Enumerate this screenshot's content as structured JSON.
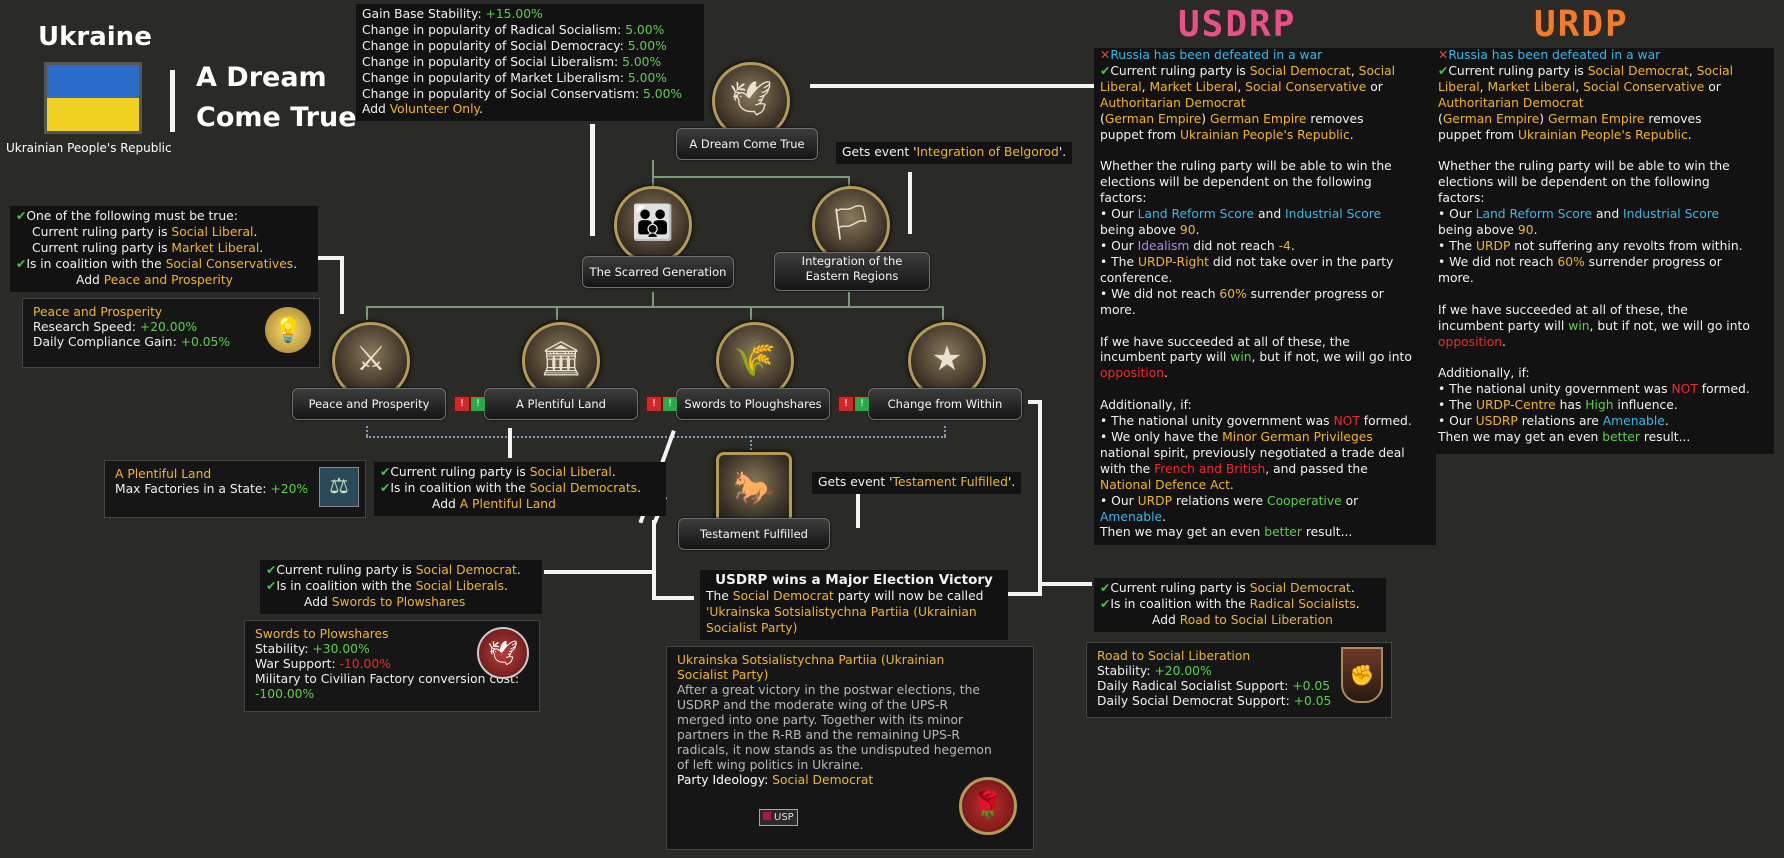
{
  "header": {
    "country": "Ukraine",
    "country_caption": "Ukrainian People's Republic",
    "tree_title_1": "A Dream",
    "tree_title_2": "Come True",
    "col1_title": "USDRP",
    "col2_title": "URDP",
    "col1_color": "#e8508a",
    "col2_color": "#f27a2a"
  },
  "top_effects": {
    "l1_a": "Gain Base Stability: ",
    "l1_b": "+15.00%",
    "l2_a": "Change in popularity of Radical Socialism: ",
    "l2_b": "5.00%",
    "l3_a": "Change in popularity of Social Democracy: ",
    "l3_b": "5.00%",
    "l4_a": "Change in popularity of Social Liberalism: ",
    "l4_b": "5.00%",
    "l5_a": "Change in popularity of Market Liberalism: ",
    "l5_b": "5.00%",
    "l6_a": "Change in popularity of Social Conservatism: ",
    "l6_b": "5.00%",
    "l7_a": "Add ",
    "l7_b": "Volunteer Only",
    "l7_c": "."
  },
  "focuses": {
    "dream": "A Dream Come True",
    "scarred": "The Scarred Generation",
    "integration_1": "Integration of the",
    "integration_2": "Eastern Regions",
    "peace": "Peace and Prosperity",
    "plentiful": "A Plentiful Land",
    "swords": "Swords to Ploughshares",
    "change": "Change from Within",
    "testament": "Testament Fulfilled"
  },
  "events": {
    "belgorod_a": "Gets event '",
    "belgorod_b": "Integration of Belgorod",
    "belgorod_c": "'.",
    "testament_a": "Gets event '",
    "testament_b": "Testament Fulfilled",
    "testament_c": "'."
  },
  "peace_req": {
    "l1": "One of the following must be true:",
    "l2_a": "Current ruling party is ",
    "l2_b": "Social Liberal",
    "l2_c": ".",
    "l3_a": "Current ruling party is ",
    "l3_b": "Market Liberal",
    "l3_c": ".",
    "l4_a": "Is in coalition with the ",
    "l4_b": "Social Conservatives",
    "l4_c": ".",
    "l5_a": "Add ",
    "l5_b": "Peace and Prosperity"
  },
  "peace_idea": {
    "title": "Peace and Prosperity",
    "l1_a": "Research Speed: ",
    "l1_b": "+20.00%",
    "l2_a": "Daily Compliance Gain: ",
    "l2_b": "+0.05%"
  },
  "plentiful_idea": {
    "title": "A Plentiful Land",
    "l1_a": "Max Factories in a State: ",
    "l1_b": "+20%"
  },
  "plentiful_req": {
    "l1_a": "Current ruling party is ",
    "l1_b": "Social Liberal",
    "l1_c": ".",
    "l2_a": "Is in coalition with the ",
    "l2_b": "Social Democrats",
    "l2_c": ".",
    "l3_a": "Add ",
    "l3_b": "A Plentiful Land"
  },
  "swords_req": {
    "l1_a": "Current ruling party is ",
    "l1_b": "Social Democrat",
    "l1_c": ".",
    "l2_a": "Is in coalition with the ",
    "l2_b": "Social Liberals",
    "l2_c": ".",
    "l3_a": "Add ",
    "l3_b": "Swords to Plowshares"
  },
  "swords_idea": {
    "title": "Swords to Plowshares",
    "l1_a": "Stability: ",
    "l1_b": "+30.00%",
    "l2_a": "War Support: ",
    "l2_b": "-10.00%",
    "l3": "Military to Civilian Factory conversion cost:",
    "l4": "-100.00%"
  },
  "victory": {
    "title": "USDRP wins a Major Election Victory",
    "l1_a": "The ",
    "l1_b": "Social Democrat",
    "l1_c": " party will now be called",
    "l2": "'Ukrainska Sotsialistychna Partiia (Ukrainian",
    "l3": "Socialist Party)"
  },
  "party": {
    "title_1": "Ukrainska Sotsialistychna Partiia (Ukrainian",
    "title_2": "Socialist Party)",
    "d1": "After a great victory in the postwar elections, the",
    "d2": "USDRP and the moderate wing of the UPS-R",
    "d3": "merged into one party. Together with its minor",
    "d4": "partners in the R-RB and the remaining UPS-R",
    "d5": "radicals, it now stands as the undisputed hegemon",
    "d6": "of left wing politics in Ukraine.",
    "ideology_a": "Party Ideology: ",
    "ideology_b": "Social Democrat",
    "tag": "USP"
  },
  "change_req": {
    "l1_a": "Current ruling party is ",
    "l1_b": "Social Democrat",
    "l1_c": ".",
    "l2_a": "Is in coalition with the ",
    "l2_b": "Radical Socialists",
    "l2_c": ".",
    "l3_a": "Add ",
    "l3_b": "Road to Social Liberation"
  },
  "change_idea": {
    "title": "Road to Social Liberation",
    "l1_a": "Stability: ",
    "l1_b": "+20.00%",
    "l2_a": "Daily Radical Socialist Support: ",
    "l2_b": "+0.05",
    "l3_a": "Daily Social Democrat Support: ",
    "l3_b": "+0.05"
  },
  "usdrp": {
    "l1": "Russia has been defeated in a war",
    "l2_a": "Current ruling party is ",
    "l2_b": "Social Democrat",
    "l2_c": ", ",
    "l2_d": "Social",
    "l3_a": "Liberal",
    "l3_b": ", ",
    "l3_c": "Market Liberal",
    "l3_d": ", ",
    "l3_e": "Social Conservative",
    "l3_f": " or",
    "l4": "Authoritarian Democrat",
    "l5_a": "(",
    "l5_b": "German Empire",
    "l5_c": ") ",
    "l5_d": "German Empire",
    "l5_e": " removes",
    "l6_a": "puppet from ",
    "l6_b": "Ukrainian People's Republic",
    "l6_c": ".",
    "p2_1": "Whether the ruling party will be able to win the",
    "p2_2": "elections will be dependent on the following",
    "p2_3": "factors:",
    "f1_a": " • Our ",
    "f1_b": "Land Reform Score",
    "f1_c": " and ",
    "f1_d": "Industrial Score",
    "f1_e": "being above ",
    "f1_f": "90",
    "f1_g": ".",
    "f2_a": " • Our ",
    "f2_b": "Idealism",
    "f2_c": " did not reach ",
    "f2_d": "-4",
    "f2_e": ".",
    "f3_a": " • The ",
    "f3_b": "URDP-Right",
    "f3_c": " did not take over in the party",
    "f3_d": "conference.",
    "f4_a": " • We did not reach ",
    "f4_b": "60%",
    "f4_c": " surrender progress or",
    "f4_d": "more.",
    "p3_1": "If we have succeeded at all of these, the",
    "p3_2_a": "incumbent party will ",
    "p3_2_b": "win",
    "p3_2_c": ", but if not, we will go into",
    "p3_3_a": "opposition",
    "p3_3_b": ".",
    "p4_1": "Additionally, if:",
    "a1_a": " • The national unity government was ",
    "a1_b": "NOT",
    "a1_c": " formed.",
    "a2_a": " • We only have the ",
    "a2_b": "Minor German Privileges",
    "a2_c": "national spirit, previously negotiated a trade deal",
    "a2_d": "with the ",
    "a2_e": "French and British",
    "a2_f": ", and passed the",
    "a2_g": "National Defence Act",
    "a2_h": ".",
    "a3_a": " • Our ",
    "a3_b": "URDP",
    "a3_c": " relations were ",
    "a3_d": "Cooperative",
    "a3_e": " or",
    "a3_f": "Amenable",
    "a3_g": ".",
    "end_a": "Then we may get an even ",
    "end_b": "better",
    "end_c": " result..."
  },
  "urdp": {
    "l1": "Russia has been defeated in a war",
    "l2_a": "Current ruling party is ",
    "l2_b": "Social Democrat",
    "l2_c": ", ",
    "l2_d": "Social",
    "l3_a": "Liberal",
    "l3_b": ", ",
    "l3_c": "Market Liberal",
    "l3_d": ", ",
    "l3_e": "Social Conservative",
    "l3_f": " or",
    "l4": "Authoritarian Democrat",
    "l5_a": "(",
    "l5_b": "German Empire",
    "l5_c": ") ",
    "l5_d": "German Empire",
    "l5_e": " removes",
    "l6_a": "puppet from ",
    "l6_b": "Ukrainian People's Republic",
    "l6_c": ".",
    "p2_1": "Whether the ruling party will be able to win the",
    "p2_2": "elections will be dependent on the following",
    "p2_3": "factors:",
    "f1_a": " • Our ",
    "f1_b": "Land Reform Score",
    "f1_c": " and ",
    "f1_d": "Industrial Score",
    "f1_e": "being above ",
    "f1_f": "90",
    "f1_g": ".",
    "f2_a": " • The ",
    "f2_b": "URDP",
    "f2_c": " not suffering any revolts from within.",
    "f3_a": " • We did not reach ",
    "f3_b": "60%",
    "f3_c": " surrender progress or",
    "f3_d": "more.",
    "p3_1": "If we have succeeded at all of these, the",
    "p3_2_a": "incumbent party will ",
    "p3_2_b": "win",
    "p3_2_c": ", but if not, we will go into",
    "p3_3_a": "opposition",
    "p3_3_b": ".",
    "p4_1": "Additionally, if:",
    "a1_a": " • The national unity government was ",
    "a1_b": "NOT",
    "a1_c": " formed.",
    "a2_a": " • The ",
    "a2_b": "URDP-Centre",
    "a2_c": " has ",
    "a2_d": "High",
    "a2_e": " influence.",
    "a3_a": " • Our ",
    "a3_b": "USDRP",
    "a3_c": " relations are ",
    "a3_d": "Amenable",
    "a3_e": ".",
    "end_a": "Then we may get an even ",
    "end_b": "better",
    "end_c": " result..."
  }
}
